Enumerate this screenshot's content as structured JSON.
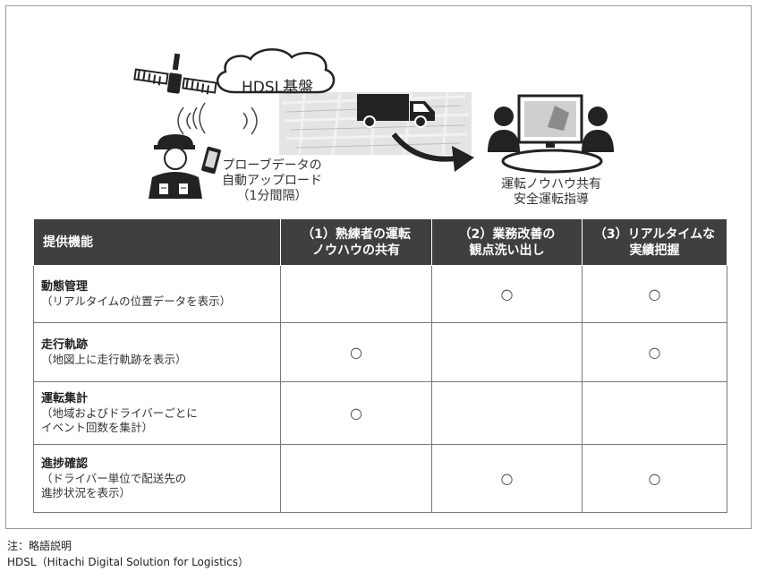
{
  "illustration": {
    "cloud_label": "HDSL基盤",
    "probe_caption": "プローブデータの\n自動アップロード\n（1分間隔）",
    "share_caption": "運転ノウハウ共有\n安全運転指導"
  },
  "table": {
    "headers": [
      "提供機能",
      "（1）熟練者の運転\nノウハウの共有",
      "（2）業務改善の\n観点洗い出し",
      "（3）リアルタイムな\n実績把握"
    ],
    "rows": [
      {
        "title": "動態管理",
        "sub": "（リアルタイムの位置データを表示）",
        "marks": [
          "",
          "○",
          "○"
        ]
      },
      {
        "title": "走行軌跡",
        "sub": "（地図上に走行軌跡を表示）",
        "marks": [
          "○",
          "",
          "○"
        ]
      },
      {
        "title": "運転集計",
        "sub": "（地域およびドライバーごとに\nイベント回数を集計）",
        "marks": [
          "○",
          "",
          ""
        ]
      },
      {
        "title": "進捗確認",
        "sub": "（ドライバー単位で配送先の\n進捗状況を表示）",
        "marks": [
          "",
          "○",
          "○"
        ]
      }
    ]
  },
  "note": {
    "line1": "注：略語説明",
    "line2": "HDSL（Hitachi Digital Solution for Logistics）"
  }
}
